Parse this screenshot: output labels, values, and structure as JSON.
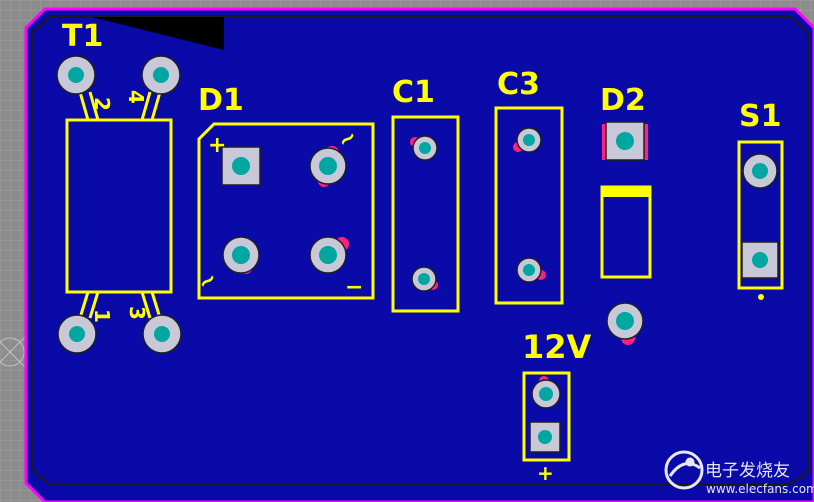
{
  "board": {
    "colors": {
      "background": "#8c8c8c",
      "grid": "#a0a0a0",
      "outline": "#ff00ff",
      "copper": "#0a0aa8",
      "silkscreen": "#ffff00",
      "pad": "#c8c8d8",
      "drill": "#00a6a0",
      "solder_mask": "#ff2080"
    }
  },
  "components": {
    "T1": {
      "designator": "T1",
      "pin_labels": [
        "2",
        "4",
        "1",
        "3"
      ]
    },
    "D1": {
      "designator": "D1",
      "plus": "+",
      "minus": "−",
      "ac1": "~",
      "ac2": "~"
    },
    "C1": {
      "designator": "C1"
    },
    "C3": {
      "designator": "C3"
    },
    "D2": {
      "designator": "D2"
    },
    "S1": {
      "designator": "S1"
    },
    "J12V": {
      "designator": "12V",
      "plus": "+"
    }
  },
  "watermark": {
    "brand": "电子发烧友",
    "url": "www.elecfans.com"
  }
}
